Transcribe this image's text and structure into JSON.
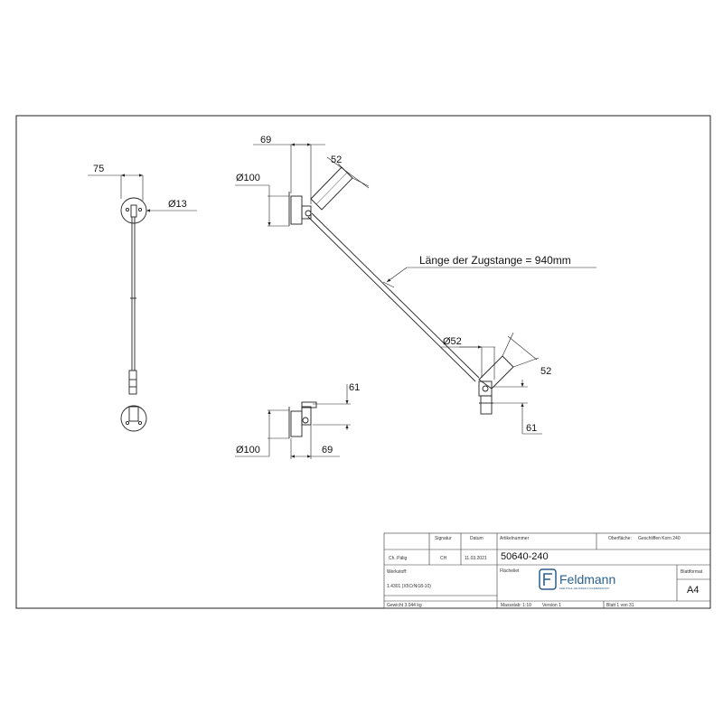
{
  "dimensions": {
    "top_view": {
      "width": "75",
      "hole_dia": "Ø13"
    },
    "side_top": {
      "offset": "69",
      "plate_dia": "Ø100",
      "clamp": "52"
    },
    "rod_note": "Länge der Zugstange = 940mm",
    "end_fitting": {
      "dia": "Ø52",
      "clamp": "52",
      "height": "61"
    },
    "side_bottom": {
      "height": "61",
      "plate_dia": "Ø100",
      "offset": "69"
    }
  },
  "title_block": {
    "headers": {
      "signature": "Signatur",
      "date": "Datum",
      "article_number": "Artikelnummer",
      "surface": "Oberfläche:",
      "sheet_format": "Blattformat"
    },
    "drawn_by": "Ch. Pälig",
    "initials": "CH",
    "date": "11.03.2021",
    "article_number": "50640-240",
    "surface_value": "Geschliffen Korn 240",
    "material_label": "Werkstoff:",
    "material_value": "1.4301 (X5CrNi18-10)",
    "plate_label": "Flächeliet",
    "sheet_format": "A4",
    "weight": "Gewicht 3.044 kg",
    "scale": "Massstab: 1:10",
    "version": "Version 1",
    "sheet": "Blatt 1 von 31",
    "company": "Feldmann",
    "company_tagline": "EDELSTAHL GELÄNDER & SCHMIEDEKUNST"
  },
  "colors": {
    "line": "#222222",
    "logo": "#2a5f8a"
  }
}
